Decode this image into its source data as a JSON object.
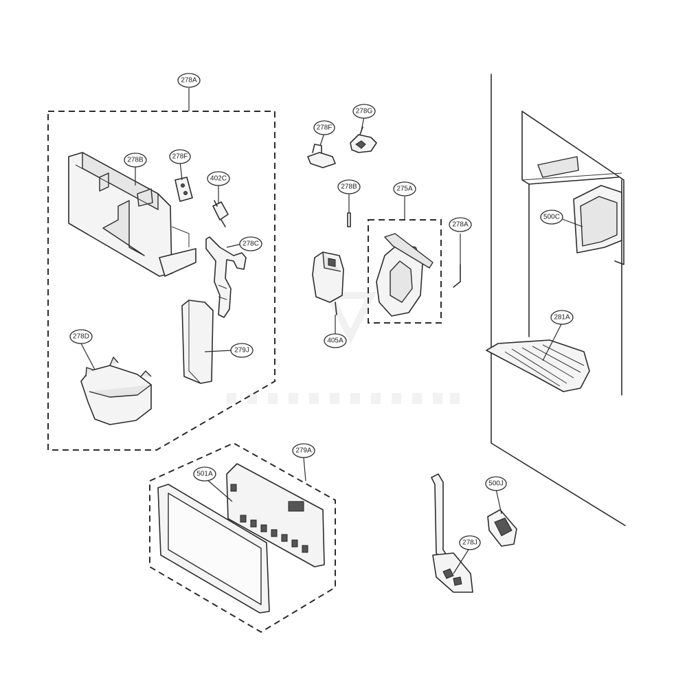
{
  "labels": {
    "l278A_main": "278A",
    "l278B": "278B",
    "l278F_left": "278F",
    "l402C": "402C",
    "l278C": "278C",
    "l278D": "278D",
    "l279J": "279J",
    "l278F_top": "278F",
    "l278G": "278G",
    "l278B_pin": "278B",
    "l275A": "275A",
    "l278A_spring": "278A",
    "l405A": "405A",
    "l500C": "500C",
    "l281A": "281A",
    "l279A": "279A",
    "l501A": "501A",
    "l500J": "500J",
    "l278J": "278J"
  }
}
